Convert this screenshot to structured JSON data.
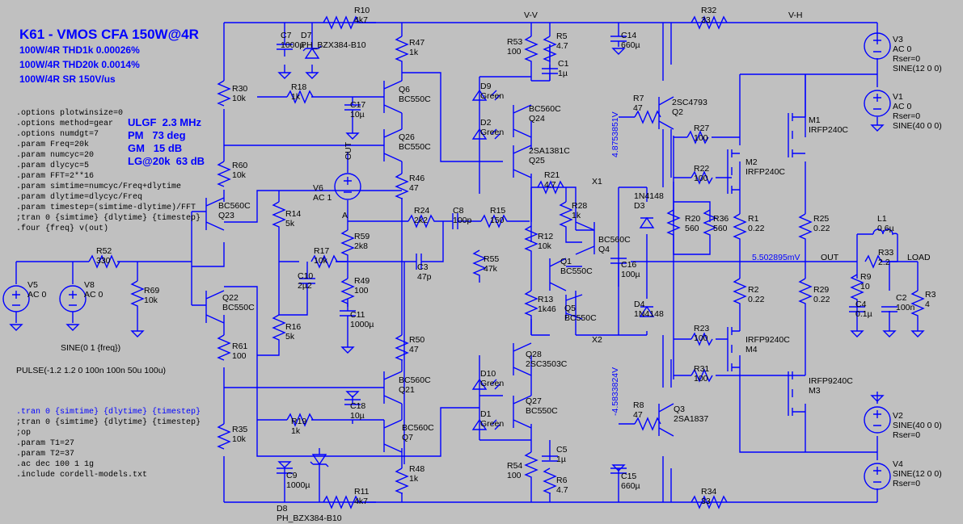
{
  "header": {
    "title": "K61 - VMOS CFA 150W@4R",
    "specs": [
      "100W/4R THD1k 0.00026%",
      "100W/4R THD20k 0.0014%",
      "100W/4R SR 150V/us"
    ],
    "loop": [
      "ULGF  2.3 MHz",
      "PM   73 deg",
      "GM   15 dB",
      "LG@20k  63 dB"
    ]
  },
  "directives": [
    ".options plotwinsize=0",
    ".options method=gear",
    ".options numdgt=7",
    ".param Freq=20k",
    ".param numcyc=20",
    ".param dlycyc=5",
    ".param FFT=2**16",
    ".param simtime=numcyc/Freq+dlytime",
    ".param dlytime=dlycyc/Freq",
    ".param timestep=(simtime-dlytime)/FFT",
    ";tran 0 {simtime} {dlytime} {timestep}",
    ".four {freq} v(out)"
  ],
  "directives2": [
    ".tran 0 {simtime} {dlytime} {timestep}",
    ";tran 0 {simtime} {dlytime} {timestep}",
    ";op",
    ".param T1=27",
    ".param T2=37",
    ".ac dec 100 1 1g",
    ".include cordell-models.txt"
  ],
  "sources": {
    "sine_in": "SINE(0 1 {freq})",
    "pulse_in": "PULSE(-1.2 1.2 0 100n 100n 50u 100u)"
  },
  "nets": {
    "vv": "V-V",
    "vh": "V-H",
    "out": "OUT",
    "load": "LOAD",
    "x1": "X1",
    "x2": "X2",
    "a": "A",
    "out_rot": "OUT",
    "op_out": "5.502895mV",
    "op_top": "4.8753851V",
    "op_bot": "-4.5833824V"
  },
  "parts": {
    "R10": [
      "R10",
      "4k7"
    ],
    "C7": [
      "C7",
      "1000µ"
    ],
    "D7": [
      "D7",
      "PH_BZX384-B10"
    ],
    "R47": [
      "R47",
      "1k"
    ],
    "R53": [
      "R53",
      "100"
    ],
    "R5": [
      "R5",
      "4.7"
    ],
    "C1": [
      "C1",
      "1µ"
    ],
    "C14": [
      "C14",
      "660µ"
    ],
    "R32": [
      "R32",
      "33"
    ],
    "V3": [
      "V3",
      "AC 0",
      "Rser=0",
      "SINE(12 0 0)"
    ],
    "V1": [
      "V1",
      "AC 0",
      "Rser=0",
      "SINE(40 0 0)"
    ],
    "R30": [
      "R30",
      "10k"
    ],
    "R18": [
      "R18",
      "1k"
    ],
    "Q6": [
      "Q6",
      "BC550C"
    ],
    "C17": [
      "C17",
      "10µ"
    ],
    "D9": [
      "D9",
      "Green"
    ],
    "Q24": [
      "BC560C",
      "Q24"
    ],
    "D2": [
      "D2",
      "Green"
    ],
    "R7": [
      "R7",
      "47"
    ],
    "Q2": [
      "2SC4793",
      "Q2"
    ],
    "R27": [
      "R27",
      "100"
    ],
    "M1": [
      "M1",
      "IRFP240C"
    ],
    "Q26": [
      "Q26",
      "BC550C"
    ],
    "Q25": [
      "2SA1381C",
      "Q25"
    ],
    "M2": [
      "M2",
      "IRFP240C"
    ],
    "R60": [
      "R60",
      "10k"
    ],
    "V6": [
      "V6",
      "AC 1"
    ],
    "R46": [
      "R46",
      "47"
    ],
    "R21": [
      "R21",
      "4.7"
    ],
    "R22": [
      "R22",
      "100"
    ],
    "D3": [
      "1N4148",
      "D3"
    ],
    "Q23": [
      "BC560C",
      "Q23"
    ],
    "R14": [
      "R14",
      "5k"
    ],
    "R24": [
      "R24",
      "2k2"
    ],
    "C8": [
      "C8",
      "100p"
    ],
    "R15": [
      "R15",
      "150"
    ],
    "R28": [
      "R28",
      "1k"
    ],
    "R20": [
      "R20",
      "560"
    ],
    "R36": [
      "R36",
      "560"
    ],
    "R1": [
      "R1",
      "0.22"
    ],
    "R25": [
      "R25",
      "0.22"
    ],
    "L1": [
      "L1",
      "0.6µ"
    ],
    "R59": [
      "R59",
      "2k8"
    ],
    "R12": [
      "R12",
      "10k"
    ],
    "Q4": [
      "BC560C",
      "Q4"
    ],
    "R52": [
      "R52",
      "330"
    ],
    "R17": [
      "R17",
      "10k"
    ],
    "C3": [
      "C3",
      "47p"
    ],
    "Q1": [
      "Q1",
      "BC550C"
    ],
    "C16": [
      "C16",
      "100µ"
    ],
    "R33": [
      "R33",
      "2.2"
    ],
    "R55": [
      "R55",
      "47k"
    ],
    "C10": [
      "C10",
      "2µ2"
    ],
    "V5": [
      "V5",
      "AC 0"
    ],
    "V8": [
      "V8",
      "AC 0"
    ],
    "R69": [
      "R69",
      "10k"
    ],
    "R49": [
      "R49",
      "100"
    ],
    "R9": [
      "R9",
      "10"
    ],
    "R3": [
      "R3",
      "4"
    ],
    "Q22": [
      "Q22",
      "BC550C"
    ],
    "R13": [
      "R13",
      "1k46"
    ],
    "Q5": [
      "Q5",
      "BC550C"
    ],
    "D4": [
      "D4",
      "1N4148"
    ],
    "R2": [
      "R2",
      "0.22"
    ],
    "R29": [
      "R29",
      "0.22"
    ],
    "C4": [
      "C4",
      "0.1µ"
    ],
    "C2": [
      "C2",
      "100n"
    ],
    "R16": [
      "R16",
      "5k"
    ],
    "C11": [
      "C11",
      "1000µ"
    ],
    "R50": [
      "R50",
      "47"
    ],
    "R23": [
      "R23",
      "100"
    ],
    "M4": [
      "IRFP9240C",
      "M4"
    ],
    "R61": [
      "R61",
      "100"
    ],
    "Q28": [
      "Q28",
      "2SC3503C"
    ],
    "R31": [
      "R31",
      "100"
    ],
    "M3": [
      "IRFP9240C",
      "M3"
    ],
    "Q21": [
      "BC560C",
      "Q21"
    ],
    "D10": [
      "D10",
      "Green"
    ],
    "C18": [
      "C18",
      "10µ"
    ],
    "Q27": [
      "Q27",
      "BC550C"
    ],
    "V2": [
      "V2",
      "SINE(40 0 0)",
      "Rser=0"
    ],
    "R8": [
      "R8",
      "47"
    ],
    "Q3": [
      "Q3",
      "2SA1837"
    ],
    "D1": [
      "D1",
      "Green"
    ],
    "R35": [
      "R35",
      "10k"
    ],
    "R19": [
      "R19",
      "1k"
    ],
    "Q7": [
      "BC560C",
      "Q7"
    ],
    "C5": [
      "C5",
      "1µ"
    ],
    "V4": [
      "V4",
      "SINE(12 0 0)",
      "Rser=0"
    ],
    "R48": [
      "R48",
      "1k"
    ],
    "R54": [
      "R54",
      "100"
    ],
    "R6": [
      "R6",
      "4.7"
    ],
    "C9": [
      "C9",
      "1000µ"
    ],
    "D8": [
      "D8",
      "PH_BZX384-B10"
    ],
    "C15": [
      "C15",
      "660µ"
    ],
    "R11": [
      "R11",
      "4k7"
    ],
    "R34": [
      "R34",
      "33"
    ]
  }
}
